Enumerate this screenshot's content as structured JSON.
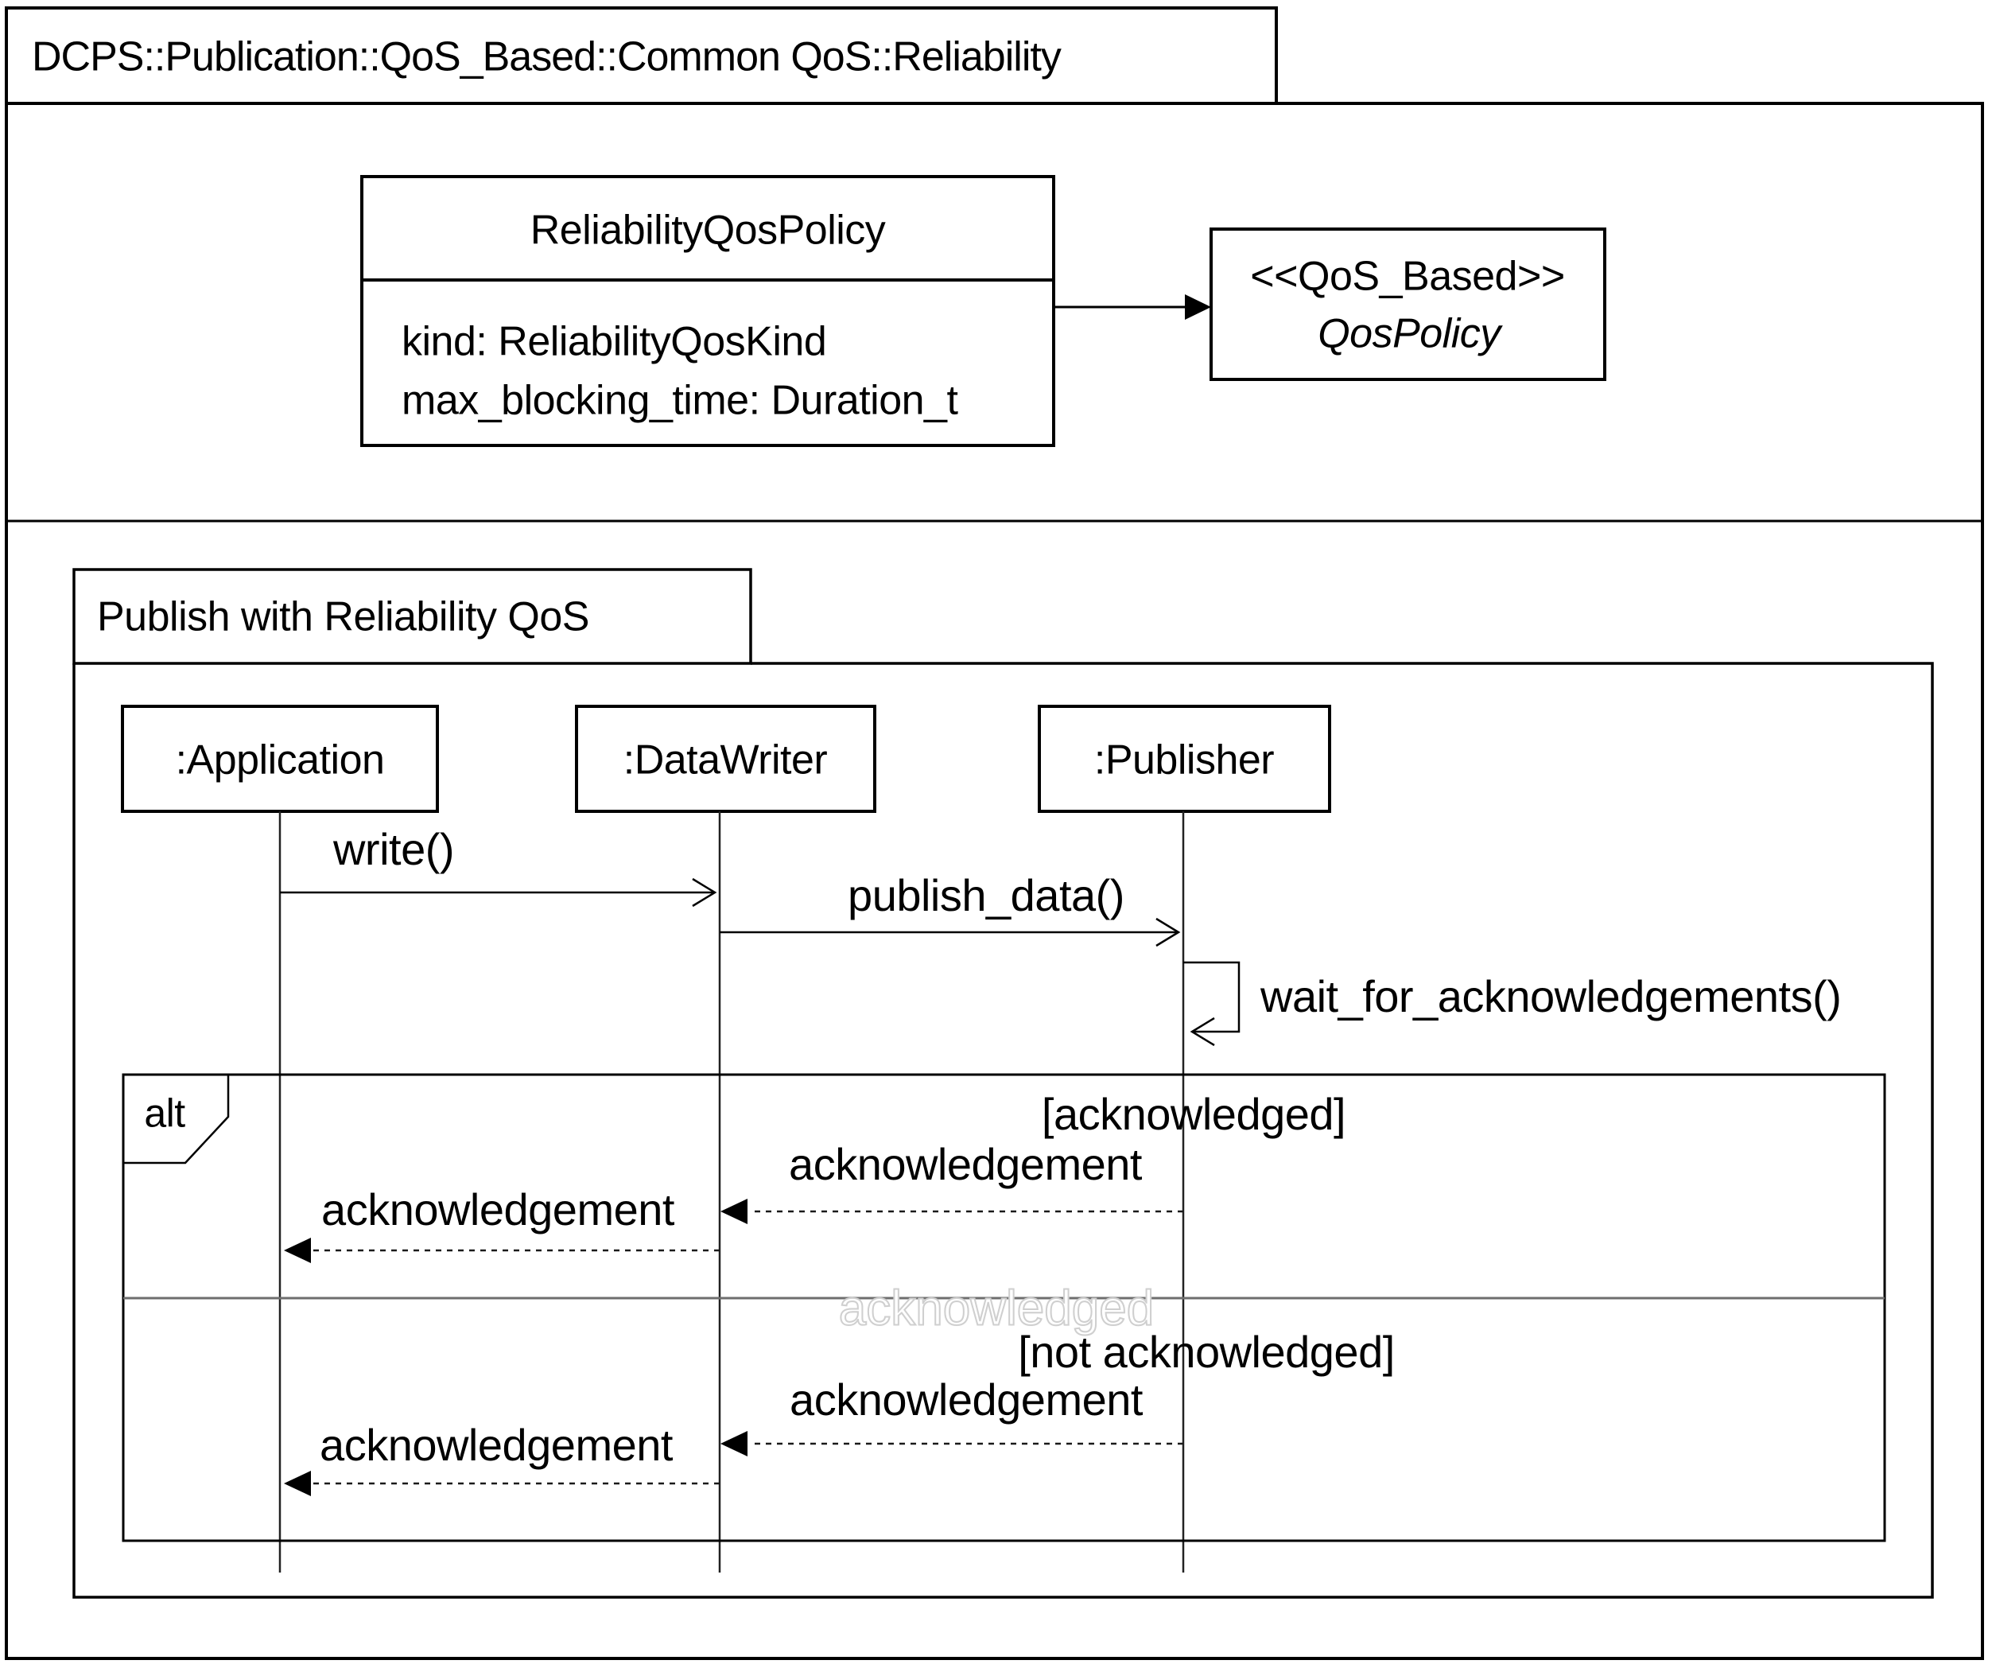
{
  "package": {
    "title": "DCPS::Publication::QoS_Based::Common QoS::Reliability"
  },
  "class_diagram": {
    "reliability_class": {
      "name": "ReliabilityQosPolicy",
      "attributes": [
        "kind: ReliabilityQosKind",
        "max_blocking_time: Duration_t"
      ]
    },
    "qos_policy": {
      "stereotype": "<<QoS_Based>>",
      "name": "QosPolicy"
    }
  },
  "sequence_diagram": {
    "title": "Publish with Reliability QoS",
    "lifelines": [
      {
        "label": ":Application"
      },
      {
        "label": ":DataWriter"
      },
      {
        "label": ":Publisher"
      }
    ],
    "messages": {
      "write": "write()",
      "publish_data": "publish_data()",
      "wait_for_ack": "wait_for_acknowledgements()",
      "ack_pub_to_dw_1": "acknowledgement",
      "ack_dw_to_app_1": "acknowledgement",
      "ack_pub_to_dw_2": "acknowledgement",
      "ack_dw_to_app_2": "acknowledgement"
    },
    "alt_fragment": {
      "operator": "alt",
      "guard_acknowledged": "[acknowledged]",
      "guard_not_acknowledged": "[not acknowledged]",
      "watermark": "acknowledged"
    }
  },
  "colors": {
    "line": "#000000",
    "background": "#ffffff",
    "divider": "#6e6e6e",
    "watermark_outline": "#cfcfcf"
  }
}
